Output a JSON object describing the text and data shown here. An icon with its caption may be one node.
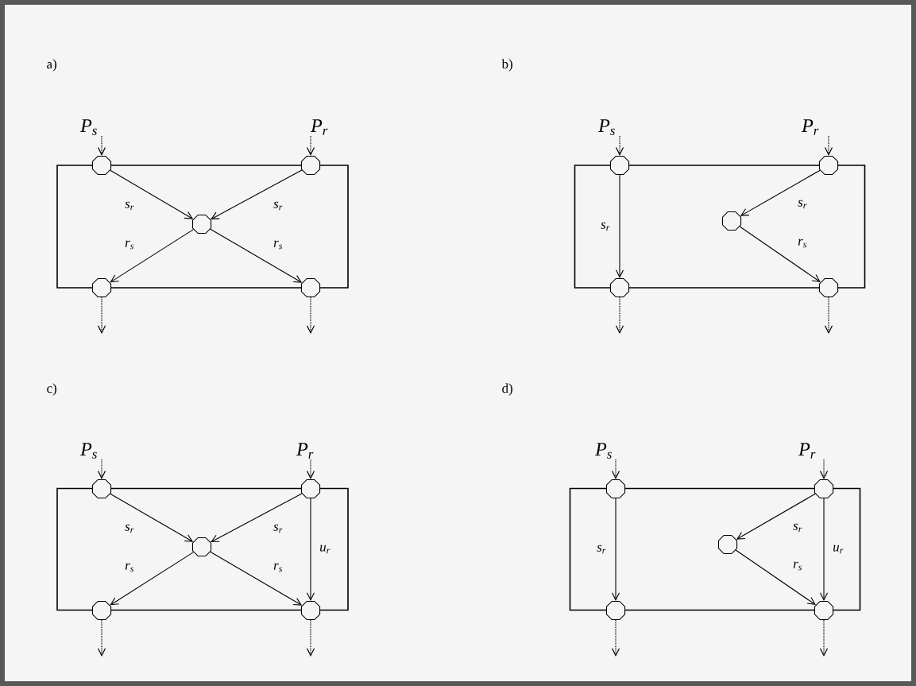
{
  "diagram": {
    "nodes": [
      {
        "text": [],
        "shape": "box"
      },
      {
        "text": [
          "P$_{s}$"
        ]
      },
      {
        "text": [
          "P$_{r}$"
        ]
      },
      {
        "text": [],
        "shape": "circle"
      },
      {
        "text": [],
        "shape": "circle"
      },
      {
        "text": [],
        "shape": "circle",
        "in": 0
      },
      {
        "text": [],
        "shape": "circle"
      },
      {
        "text": [],
        "shape": "circle"
      },
      {
        "text": [],
        "shape": "box"
      },
      {
        "text": [
          "P$_{s}$"
        ]
      },
      {
        "text": [
          "P$_{r}$"
        ]
      },
      {
        "text": [],
        "shape": "circle"
      },
      {
        "text": [],
        "shape": "circle"
      },
      {
        "text": [],
        "shape": "circle",
        "in": 8
      },
      {
        "text": [],
        "shape": "circle"
      },
      {
        "text": [],
        "shape": "circle"
      },
      {
        "text": [],
        "shape": "box"
      },
      {
        "text": [
          "P$_{s}$"
        ]
      },
      {
        "text": [
          "P$_{r}$"
        ]
      },
      {
        "text": [],
        "shape": "circle"
      },
      {
        "text": [],
        "shape": "circle"
      },
      {
        "text": [],
        "shape": "circle",
        "in": 16
      },
      {
        "text": [],
        "shape": "circle"
      },
      {
        "text": [],
        "shape": "circle"
      },
      {
        "text": [],
        "shape": "box"
      },
      {
        "text": [
          "P$_{s}$"
        ]
      },
      {
        "text": [
          "P$_{r}$"
        ]
      },
      {
        "text": [],
        "shape": "circle"
      },
      {
        "text": [],
        "shape": "circle"
      },
      {
        "text": [],
        "shape": "circle",
        "in": 24
      },
      {
        "text": [],
        "shape": "circle"
      },
      {
        "text": [],
        "shape": "circle"
      }
    ],
    "edges": [
      {
        "from": 1,
        "to": 3,
        "arrow": "to",
        "style": "dashed"
      },
      {
        "from": 2,
        "to": 4,
        "arrow": "to",
        "style": "dashed"
      },
      {
        "from": 3,
        "to": 5,
        "arrow": "to",
        "label": "s$_{r}$"
      },
      {
        "from": 4,
        "to": 5,
        "arrow": "to",
        "label": "s$_{r}$"
      },
      {
        "from": 5,
        "to": 6,
        "arrow": "to",
        "label": "r$_{s}$"
      },
      {
        "from": 5,
        "to": 7,
        "arrow": "to",
        "label": "r$_{s}$"
      },
      {
        "from": 6,
        "to": null,
        "arrow": "to",
        "style": "dashed"
      },
      {
        "from": 7,
        "to": null,
        "arrow": "to",
        "style": "dashed"
      },
      {
        "from": 9,
        "to": 11,
        "arrow": "to",
        "style": "dashed"
      },
      {
        "from": 10,
        "to": 12,
        "arrow": "to",
        "style": "dashed"
      },
      {
        "from": 11,
        "to": 14,
        "arrow": "to",
        "label": "s$_{r}$"
      },
      {
        "from": 12,
        "to": 13,
        "arrow": "to",
        "label": "s$_{r}$"
      },
      {
        "from": 13,
        "to": 15,
        "arrow": "to",
        "label": "r$_{s}$"
      },
      {
        "from": 14,
        "to": null,
        "arrow": "to",
        "style": "dashed"
      },
      {
        "from": 15,
        "to": null,
        "arrow": "to",
        "style": "dashed"
      },
      {
        "from": 17,
        "to": 19,
        "arrow": "to",
        "style": "dashed"
      },
      {
        "from": 18,
        "to": 20,
        "arrow": "to",
        "style": "dashed"
      },
      {
        "from": 19,
        "to": 21,
        "arrow": "to",
        "label": "s$_{r}$"
      },
      {
        "from": 20,
        "to": 21,
        "arrow": "to",
        "label": "s$_{r}$"
      },
      {
        "from": 21,
        "to": 22,
        "arrow": "to",
        "label": "r$_{s}$"
      },
      {
        "from": 21,
        "to": 23,
        "arrow": "to",
        "label": "r$_{s}$"
      },
      {
        "from": 20,
        "to": 23,
        "arrow": "to",
        "label": "u$_{r}$"
      },
      {
        "from": 22,
        "to": null,
        "arrow": "to",
        "style": "dashed"
      },
      {
        "from": 23,
        "to": null,
        "arrow": "to",
        "style": "dashed"
      },
      {
        "from": 25,
        "to": 27,
        "arrow": "to",
        "style": "dashed"
      },
      {
        "from": 26,
        "to": 28,
        "arrow": "to",
        "style": "dashed"
      },
      {
        "from": 27,
        "to": 30,
        "arrow": "to",
        "label": "s$_{r}$"
      },
      {
        "from": 28,
        "to": 29,
        "arrow": "to",
        "label": "s$_{r}$"
      },
      {
        "from": 29,
        "to": 31,
        "arrow": "to",
        "label": "r$_{s}$"
      },
      {
        "from": 28,
        "to": 31,
        "arrow": "to",
        "label": "u$_{r}$"
      },
      {
        "from": 30,
        "to": null,
        "arrow": "to",
        "style": "dashed"
      },
      {
        "from": 31,
        "to": null,
        "arrow": "to",
        "style": "dashed"
      }
    ],
    "labels": [
      "a)",
      "b)",
      "c)",
      "d)"
    ]
  }
}
